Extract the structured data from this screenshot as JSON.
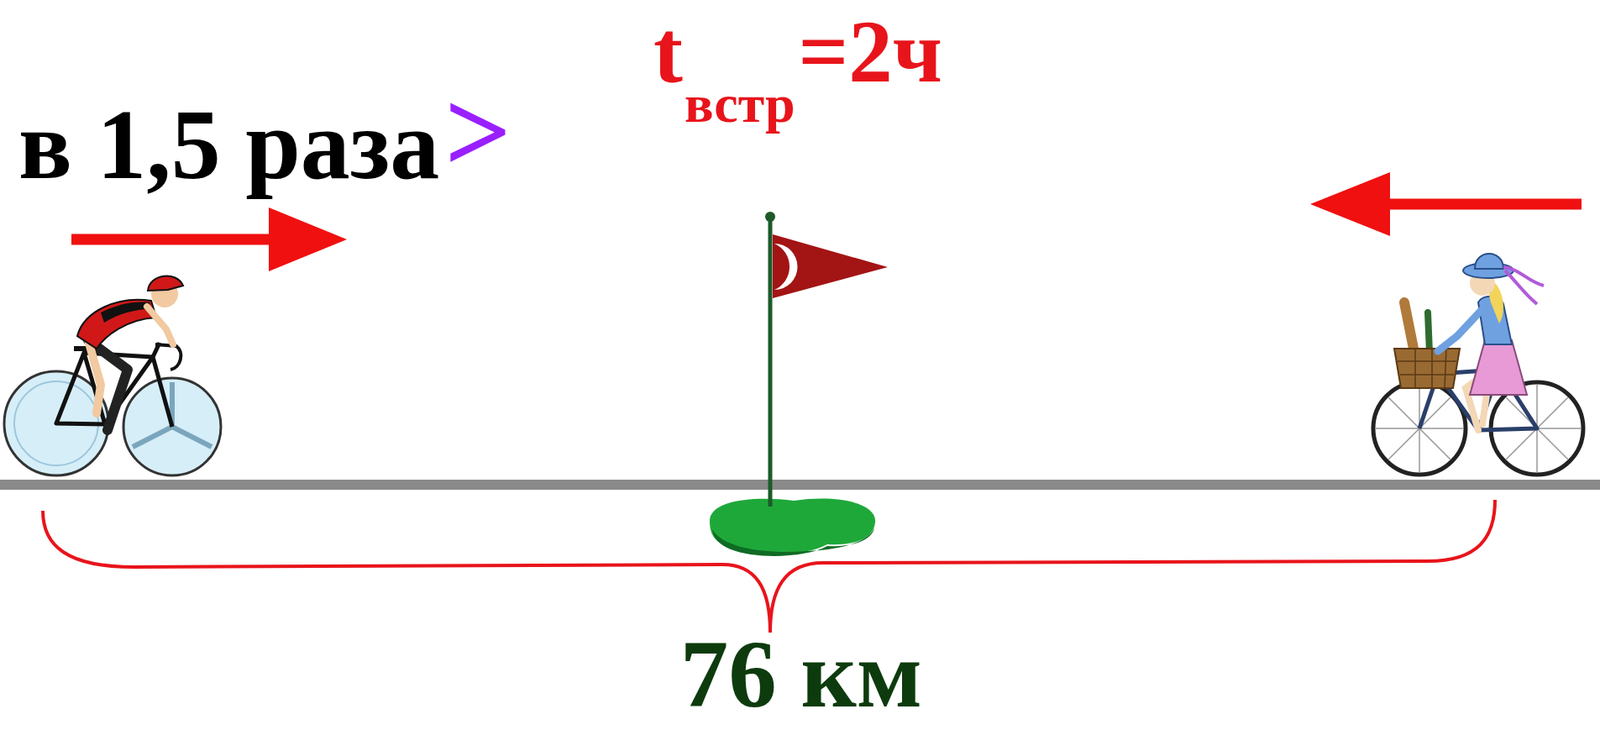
{
  "diagram": {
    "labels": [
      "t",
      "встр",
      "=2ч",
      "в 1,5 раза",
      ">",
      "76 км"
    ]
  }
}
